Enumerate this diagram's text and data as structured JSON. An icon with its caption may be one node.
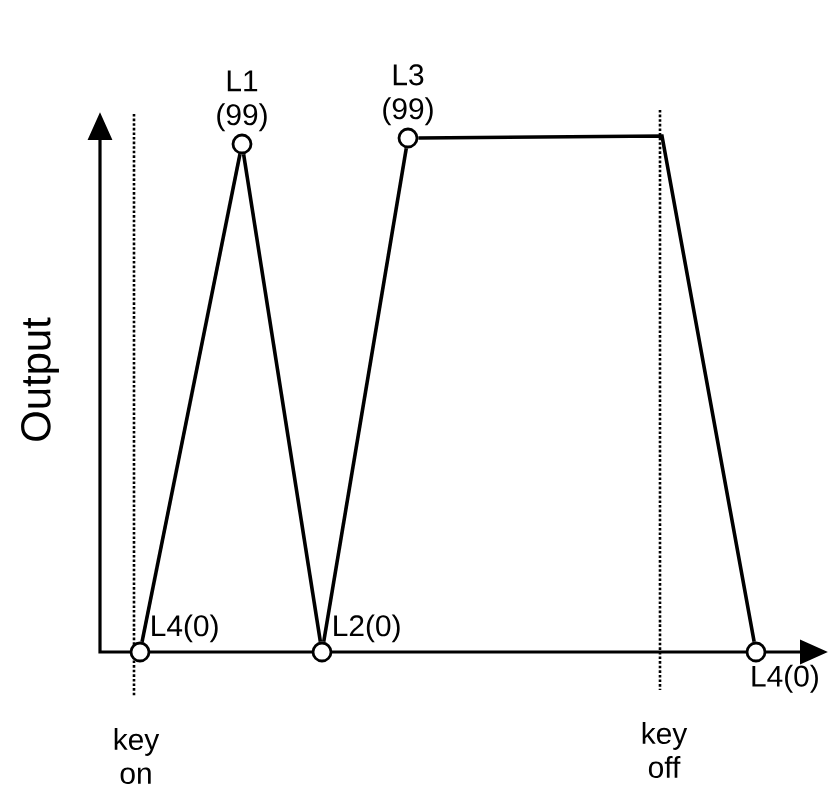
{
  "diagram": {
    "nodes": [
      {
        "text": [
          "L4(0)"
        ]
      },
      {
        "text": [
          "L1 (99)"
        ]
      },
      {
        "text": [
          "L2(0)"
        ]
      },
      {
        "text": [
          "L3 (99)"
        ]
      },
      {
        "text": [
          "L4(0)"
        ]
      }
    ],
    "edges": [
      {
        "from": 0,
        "to": 1,
        "arrow": "none"
      },
      {
        "from": 1,
        "to": 2,
        "arrow": "none"
      },
      {
        "from": 2,
        "to": 3,
        "arrow": "none"
      },
      {
        "from": 3,
        "to": 4,
        "arrow": "none"
      }
    ],
    "labels": [
      "Output",
      "key on",
      "key off"
    ]
  }
}
